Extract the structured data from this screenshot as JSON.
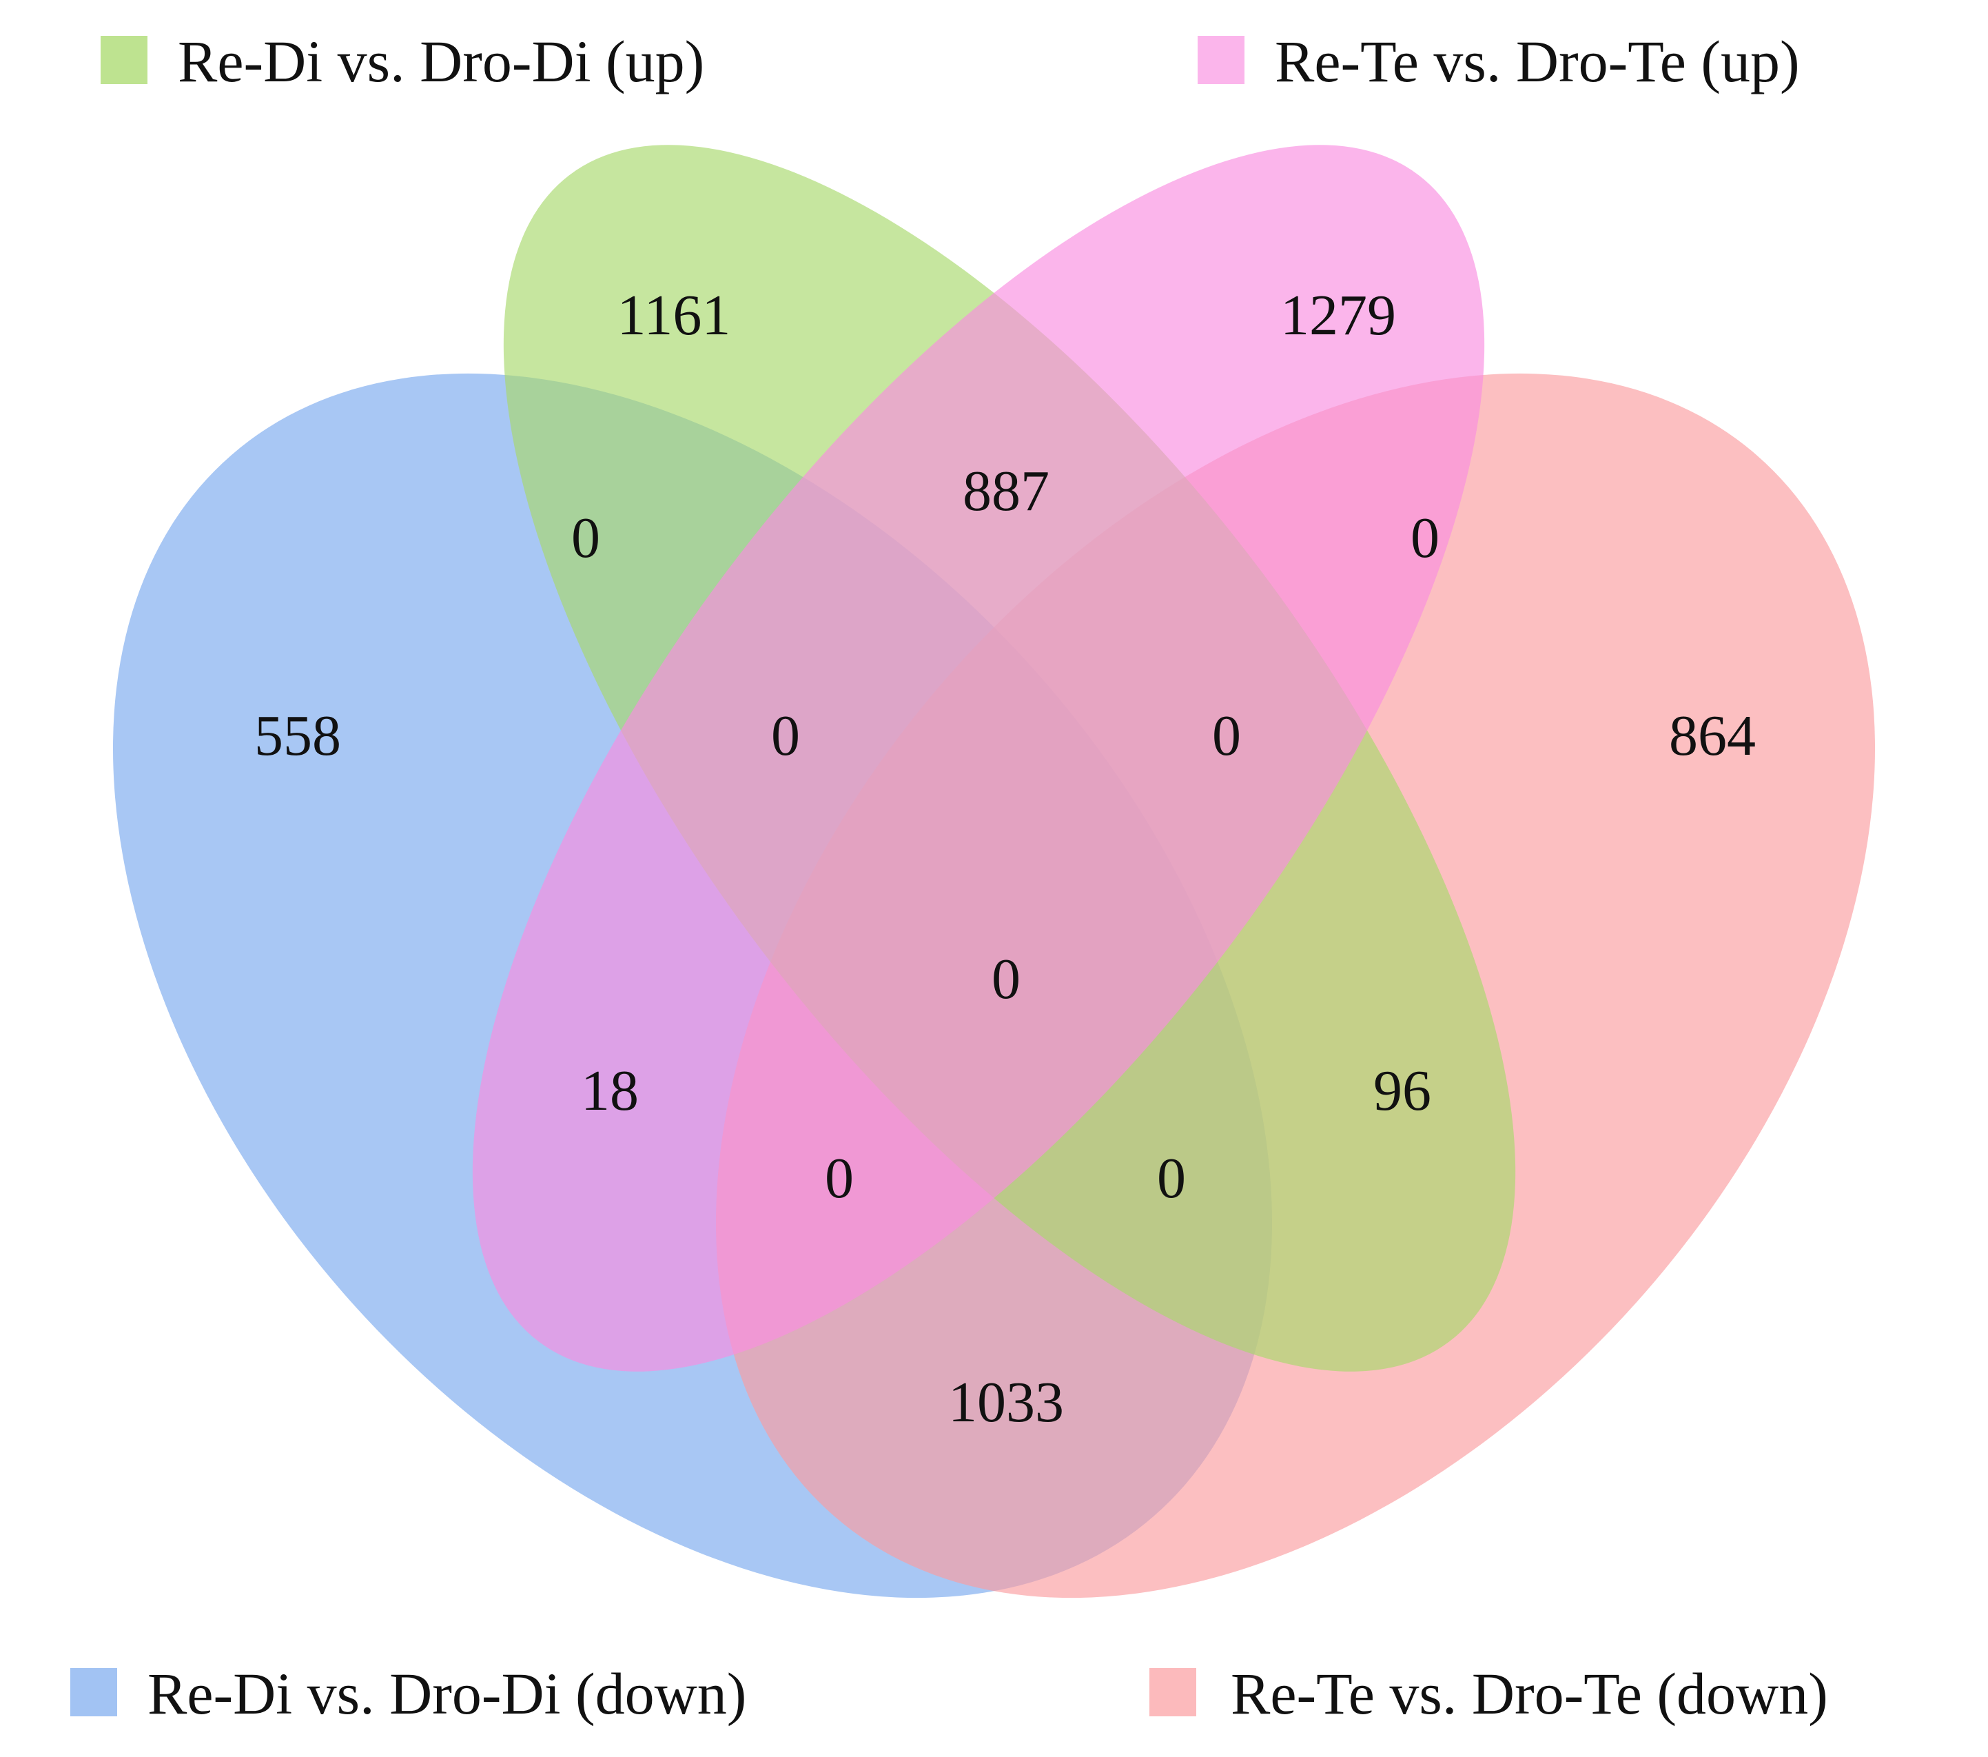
{
  "sets": [
    {
      "id": "blue",
      "label": "Re-Di vs. Dro-Di (down)",
      "color": "#7aa9ee"
    },
    {
      "id": "green",
      "label": "Re-Di vs. Dro-Di (up)",
      "color": "#a8d96b"
    },
    {
      "id": "pink",
      "label": "Re-Te vs. Dro-Te (up)",
      "color": "#f98ee0"
    },
    {
      "id": "red",
      "label": "Re-Te vs. Dro-Te (down)",
      "color": "#fb9da0"
    }
  ],
  "regions": [
    {
      "sets": [
        "green"
      ],
      "value": "1161"
    },
    {
      "sets": [
        "pink"
      ],
      "value": "1279"
    },
    {
      "sets": [
        "blue"
      ],
      "value": "558"
    },
    {
      "sets": [
        "red"
      ],
      "value": "864"
    },
    {
      "sets": [
        "green",
        "pink"
      ],
      "value": "887"
    },
    {
      "sets": [
        "blue",
        "green"
      ],
      "value": "0"
    },
    {
      "sets": [
        "pink",
        "red"
      ],
      "value": "0"
    },
    {
      "sets": [
        "blue",
        "green",
        "pink"
      ],
      "value": "0"
    },
    {
      "sets": [
        "green",
        "pink",
        "red"
      ],
      "value": "0"
    },
    {
      "sets": [
        "blue",
        "green",
        "pink",
        "red"
      ],
      "value": "0"
    },
    {
      "sets": [
        "blue",
        "pink"
      ],
      "value": "18"
    },
    {
      "sets": [
        "green",
        "red"
      ],
      "value": "96"
    },
    {
      "sets": [
        "blue",
        "pink",
        "red"
      ],
      "value": "0"
    },
    {
      "sets": [
        "blue",
        "green",
        "red"
      ],
      "value": "0"
    },
    {
      "sets": [
        "blue",
        "red"
      ],
      "value": "1033"
    }
  ]
}
